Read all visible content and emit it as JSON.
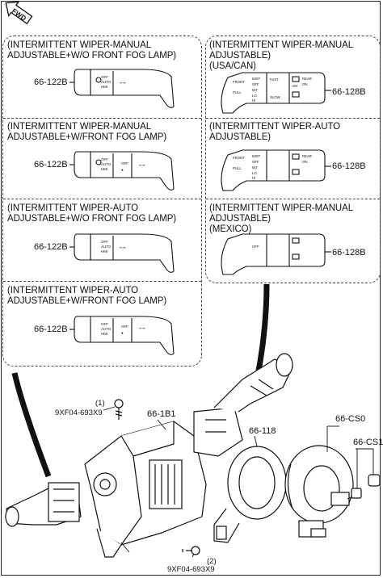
{
  "fwd_label": "FWD",
  "variants": {
    "left": [
      {
        "caption": [
          "(INTERMITTENT WIPER-MANUAL",
          "ADJUSTABLE+W/O FRONT FOG LAMP)"
        ],
        "part": "66-122B"
      },
      {
        "caption": [
          "(INTERMITTENT WIPER-MANUAL",
          "ADJUSTABLE+W/FRONT FOG LAMP)"
        ],
        "part": "66-122B"
      },
      {
        "caption": [
          "(INTERMITTENT WIPER-AUTO",
          "ADJUSTABLE+W/O FRONT FOG LAMP)"
        ],
        "part": "66-122B"
      },
      {
        "caption": [
          "(INTERMITTENT WIPER-AUTO",
          "ADJUSTABLE+W/FRONT FOG LAMP)"
        ],
        "part": "66-122B"
      }
    ],
    "right": [
      {
        "caption": [
          "(INTERMITTENT WIPER-MANUAL",
          "ADJUSTABLE)",
          "(USA/CAN)"
        ],
        "part": "66-128B"
      },
      {
        "caption": [
          "(INTERMITTENT WIPER-AUTO",
          "ADJUSTABLE)"
        ],
        "part": "66-128B"
      },
      {
        "caption": [
          "(INTERMITTENT WIPER-MANUAL",
          "ADJUSTABLE)",
          "(MEXICO)"
        ],
        "part": "66-128B"
      }
    ]
  },
  "parts": {
    "bolt_top": {
      "index": "(1)",
      "code": "9XF04-693X9"
    },
    "bolt_bottom": {
      "index": "(2)",
      "code": "9XF04-693X9"
    },
    "housing": "66-1B1",
    "ring": "66-118",
    "clock_spring": "66-CS0",
    "clock_spring_sub": "66-CS1"
  }
}
